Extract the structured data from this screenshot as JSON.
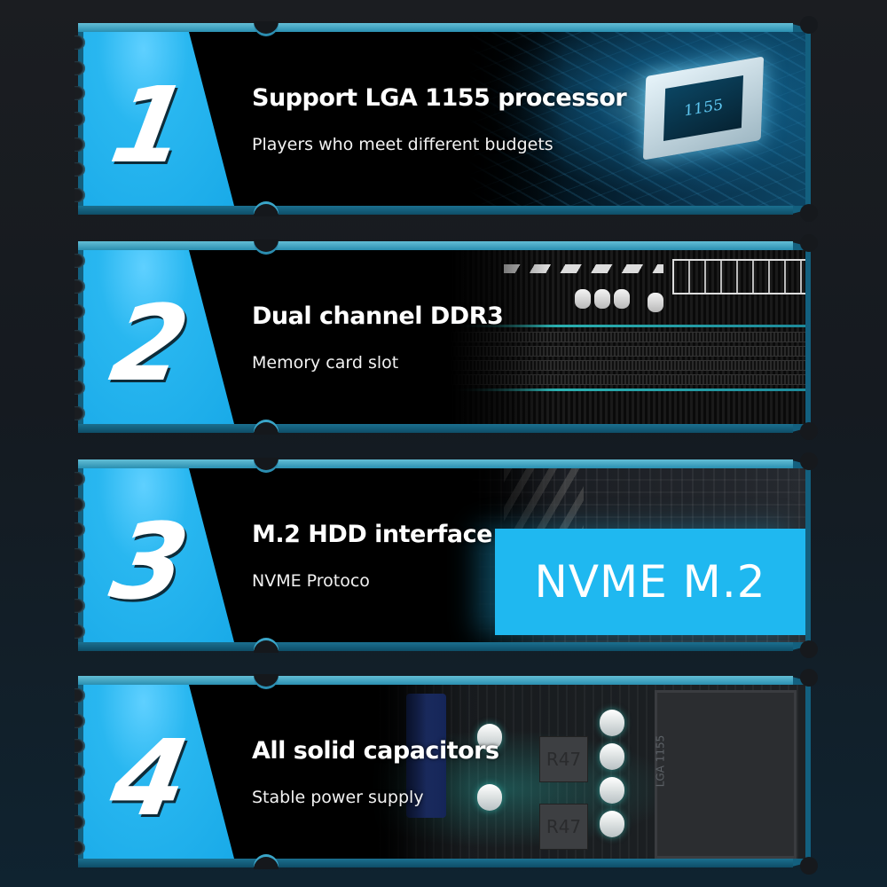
{
  "features": [
    {
      "number": "1",
      "title": "Support LGA 1155 processor",
      "subtitle": "Players who meet different budgets",
      "image": "cpu-chip-1155",
      "chip_label": "1155"
    },
    {
      "number": "2",
      "title": "Dual channel DDR3",
      "subtitle": "Memory card slot",
      "image": "ram-slots"
    },
    {
      "number": "3",
      "title": "M.2 HDD interface",
      "subtitle": "NVME Protoco",
      "image": "m2-slot",
      "banner": "NVME M.2"
    },
    {
      "number": "4",
      "title": "All solid capacitors",
      "subtitle": "Stable power supply",
      "image": "vrm-capacitors",
      "choke_label": "R47",
      "socket_label": "LGA 1155"
    }
  ],
  "colors": {
    "accent_blue": "#1fb8f0",
    "frame_teal": "#13607f",
    "background": "#16191d"
  }
}
